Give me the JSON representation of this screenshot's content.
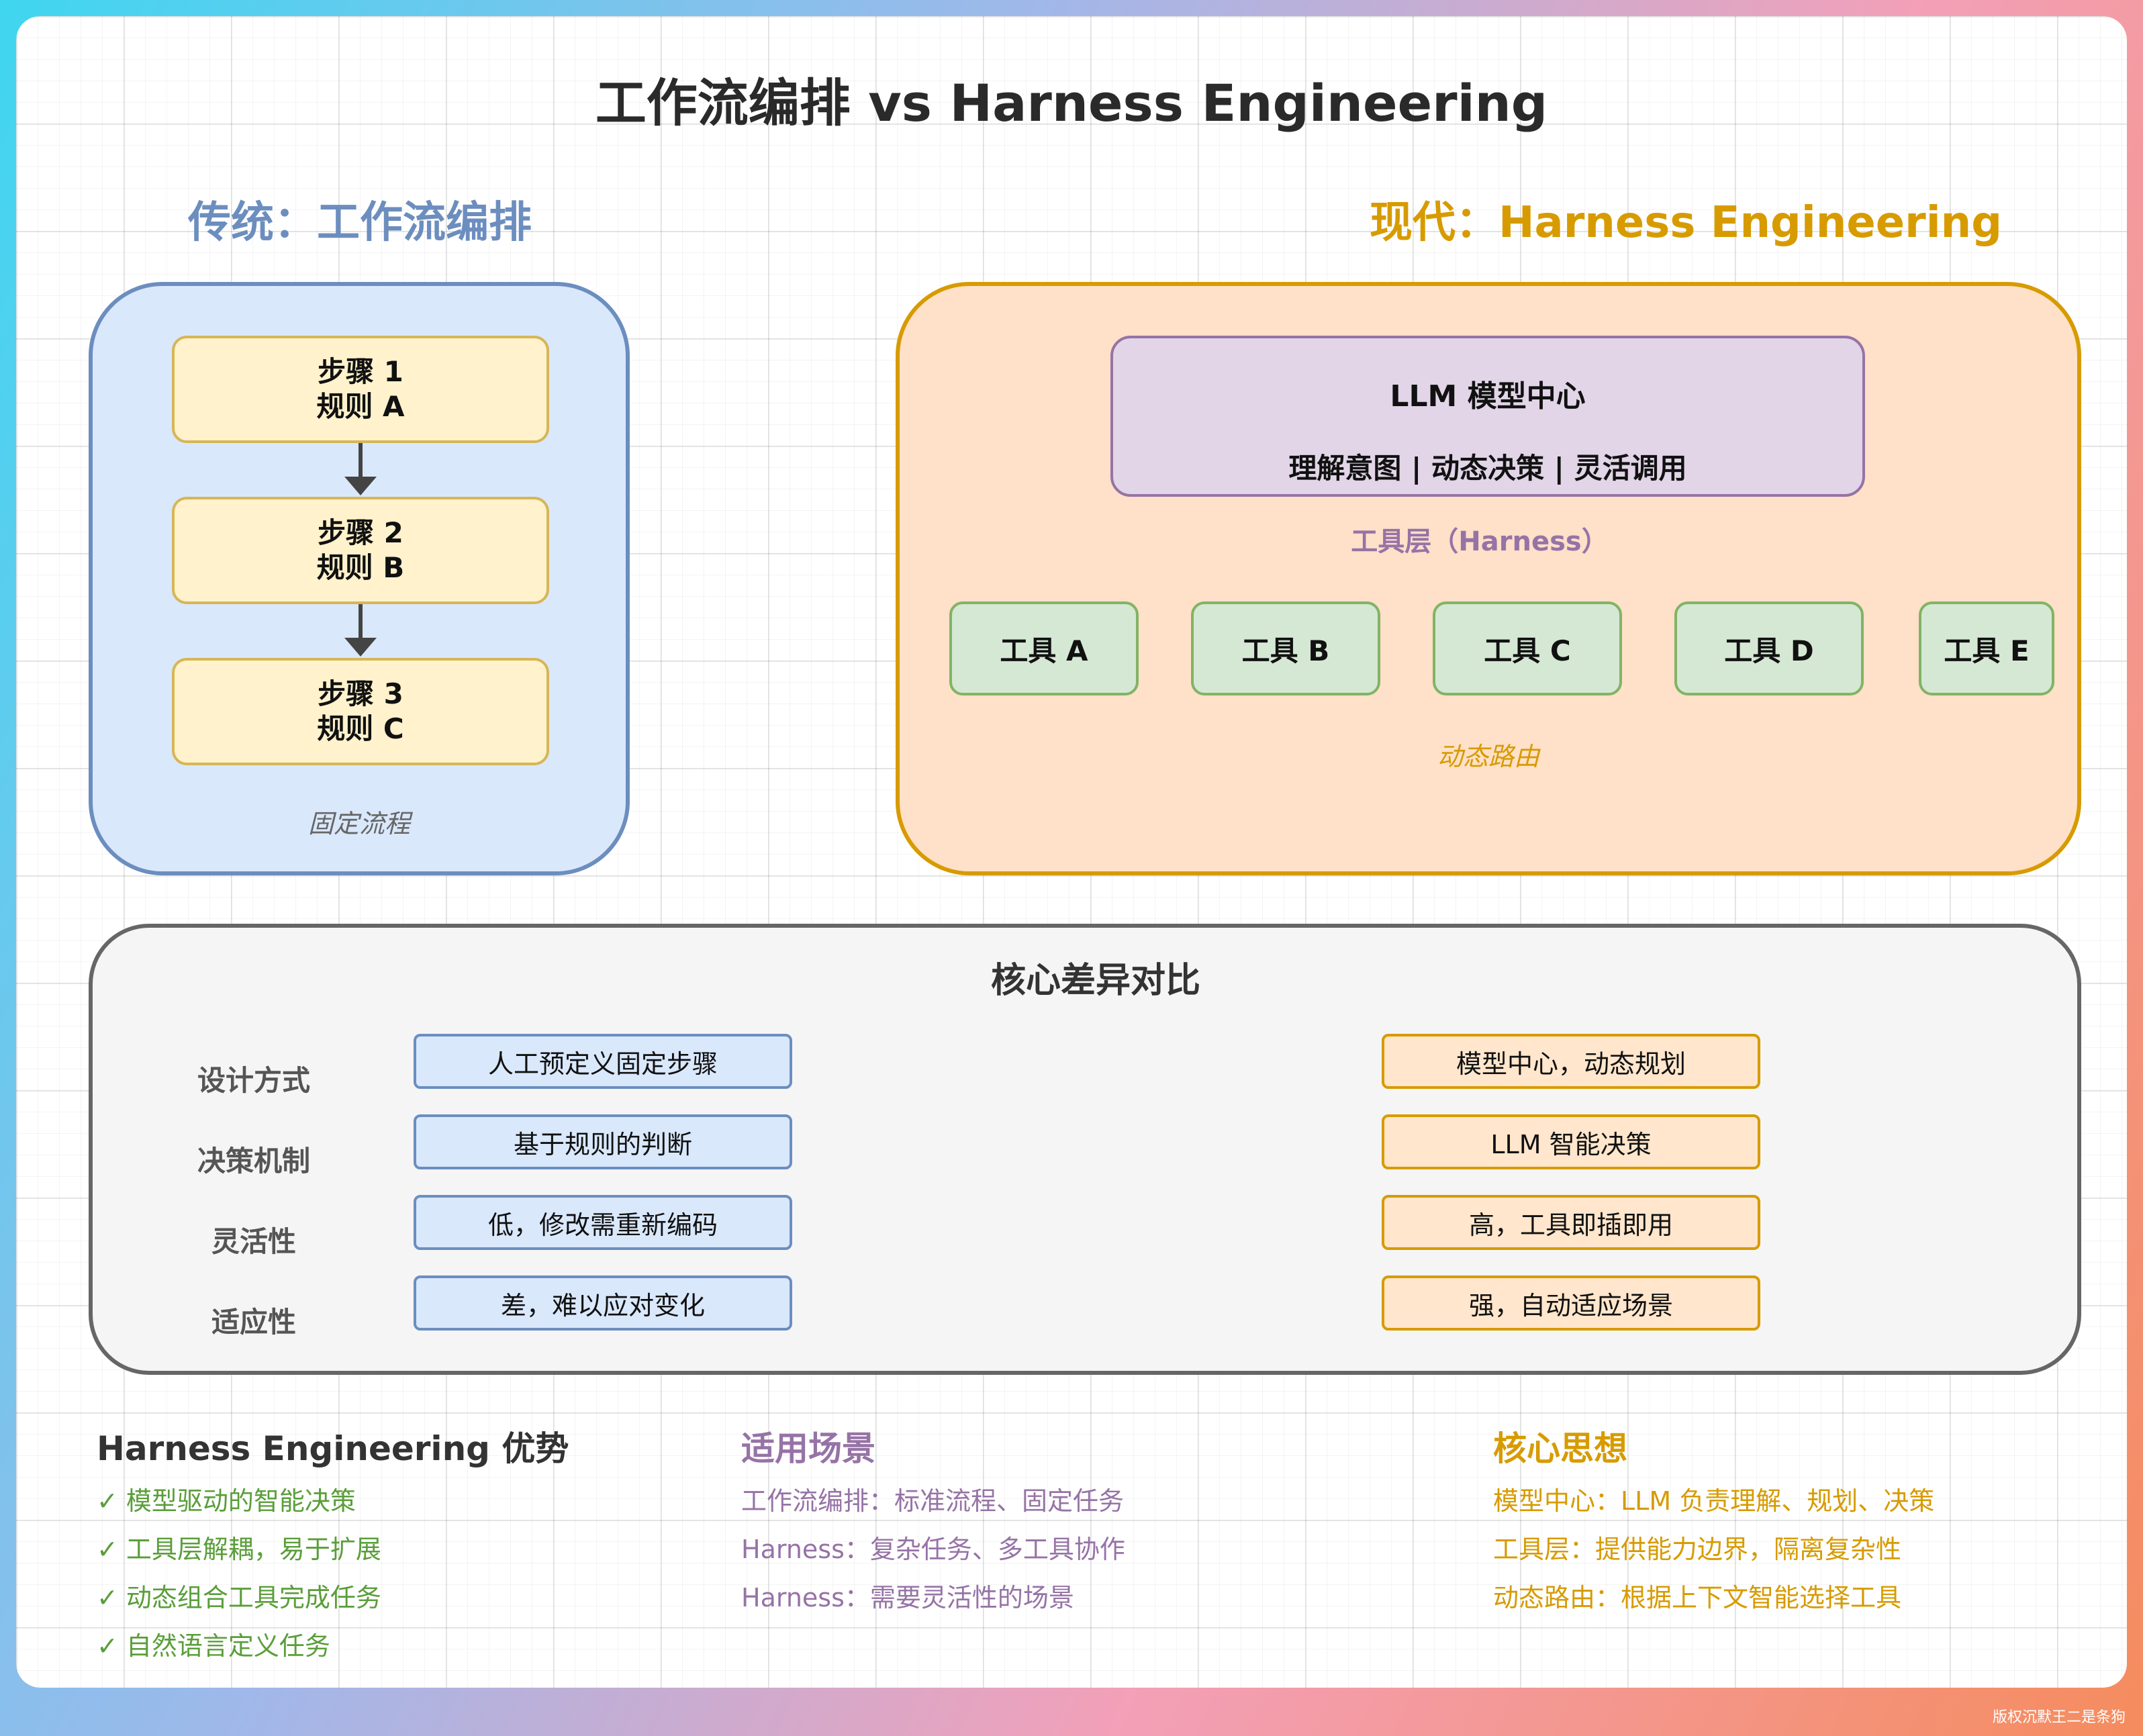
{
  "title": "工作流编排 vs Harness Engineering",
  "left": {
    "heading": "传统：工作流编排",
    "steps": [
      {
        "line1": "步骤 1",
        "line2": "规则 A"
      },
      {
        "line1": "步骤 2",
        "line2": "规则 B"
      },
      {
        "line1": "步骤 3",
        "line2": "规则 C"
      }
    ],
    "note": "固定流程"
  },
  "right": {
    "heading": "现代：Harness Engineering",
    "llm_title": "LLM 模型中心",
    "llm_sub": "理解意图 | 动态决策 | 灵活调用",
    "layer_label": "工具层（Harness）",
    "tools": [
      "工具 A",
      "工具 B",
      "工具 C",
      "工具 D",
      "工具 E"
    ],
    "note": "动态路由"
  },
  "comparison": {
    "title": "核心差异对比",
    "rows": [
      {
        "label": "设计方式",
        "left": "人工预定义固定步骤",
        "right": "模型中心，动态规划"
      },
      {
        "label": "决策机制",
        "left": "基于规则的判断",
        "right": "LLM 智能决策"
      },
      {
        "label": "灵活性",
        "left": "低，修改需重新编码",
        "right": "高，工具即插即用"
      },
      {
        "label": "适应性",
        "left": "差，难以应对变化",
        "right": "强，自动适应场景"
      }
    ]
  },
  "advantages": {
    "title": "Harness Engineering 优势",
    "items": [
      "✓ 模型驱动的智能决策",
      "✓ 工具层解耦，易于扩展",
      "✓ 动态组合工具完成任务",
      "✓ 自然语言定义任务"
    ]
  },
  "scenarios": {
    "title": "适用场景",
    "items": [
      "工作流编排：标准流程、固定任务",
      "Harness：复杂任务、多工具协作",
      "Harness：需要灵活性的场景"
    ]
  },
  "core_ideas": {
    "title": "核心思想",
    "items": [
      "模型中心：LLM 负责理解、规划、决策",
      "工具层：提供能力边界，隔离复杂性",
      "动态路由：根据上下文智能选择工具"
    ]
  },
  "watermark": "版权沉默王二是条狗",
  "colors": {
    "blue_text": "#6c8ebf",
    "orange_text": "#d79b00",
    "purple_text": "#9673a6",
    "green_text": "#5a9e3a",
    "arrow_purple": "#9673a6"
  }
}
